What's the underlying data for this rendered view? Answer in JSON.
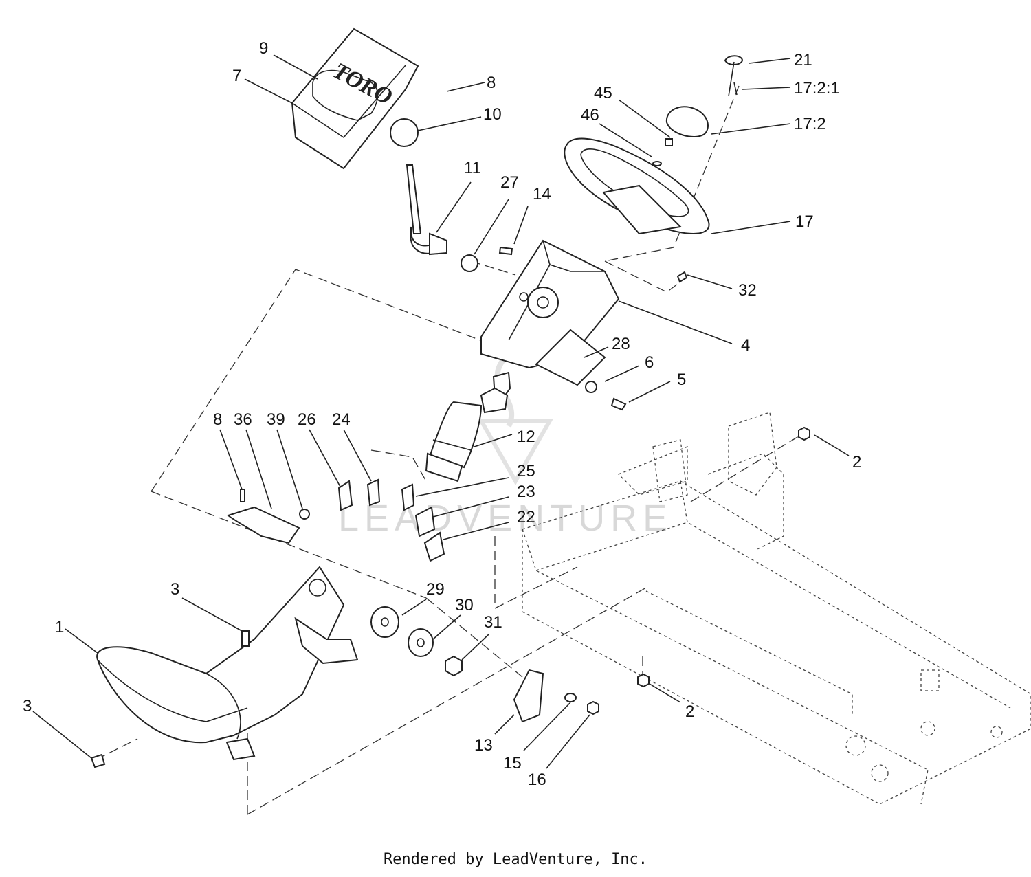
{
  "logo": {
    "text": "TORO"
  },
  "watermark": {
    "text": "LEADVENTURE"
  },
  "footer": {
    "text": "Rendered by LeadVenture, Inc."
  },
  "callouts": {
    "c9": "9",
    "c7": "7",
    "c8a": "8",
    "c10": "10",
    "c11": "11",
    "c27": "27",
    "c14": "14",
    "c21": "21",
    "c1721": "17:2:1",
    "c45": "45",
    "c172": "17:2",
    "c46": "46",
    "c17": "17",
    "c32": "32",
    "c4": "4",
    "c28": "28",
    "c6": "6",
    "c5": "5",
    "c12": "12",
    "c2a": "2",
    "c8b": "8",
    "c36": "36",
    "c39": "39",
    "c26": "26",
    "c24": "24",
    "c25": "25",
    "c23": "23",
    "c22": "22",
    "c3a": "3",
    "c29": "29",
    "c30": "30",
    "c31": "31",
    "c1": "1",
    "c3b": "3",
    "c2b": "2",
    "c13": "13",
    "c15": "15",
    "c16": "16"
  }
}
